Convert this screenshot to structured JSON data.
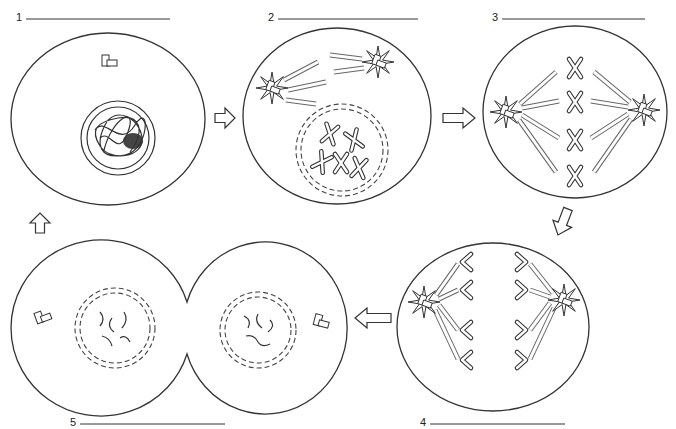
{
  "diagram": {
    "nodes": [
      {
        "text": [
          "1"
        ]
      },
      {
        "text": [
          "2"
        ]
      },
      {
        "text": [
          "3"
        ]
      },
      {
        "text": [
          "4"
        ]
      },
      {
        "text": [
          "5"
        ]
      }
    ],
    "edges": [
      {
        "from": 0,
        "to": 1,
        "arrow": "to"
      },
      {
        "from": 1,
        "to": 2,
        "arrow": "to"
      },
      {
        "from": 2,
        "to": 3,
        "arrow": "to"
      },
      {
        "from": 3,
        "to": 4,
        "arrow": "to"
      },
      {
        "from": 4,
        "to": 0,
        "arrow": "to"
      }
    ]
  }
}
